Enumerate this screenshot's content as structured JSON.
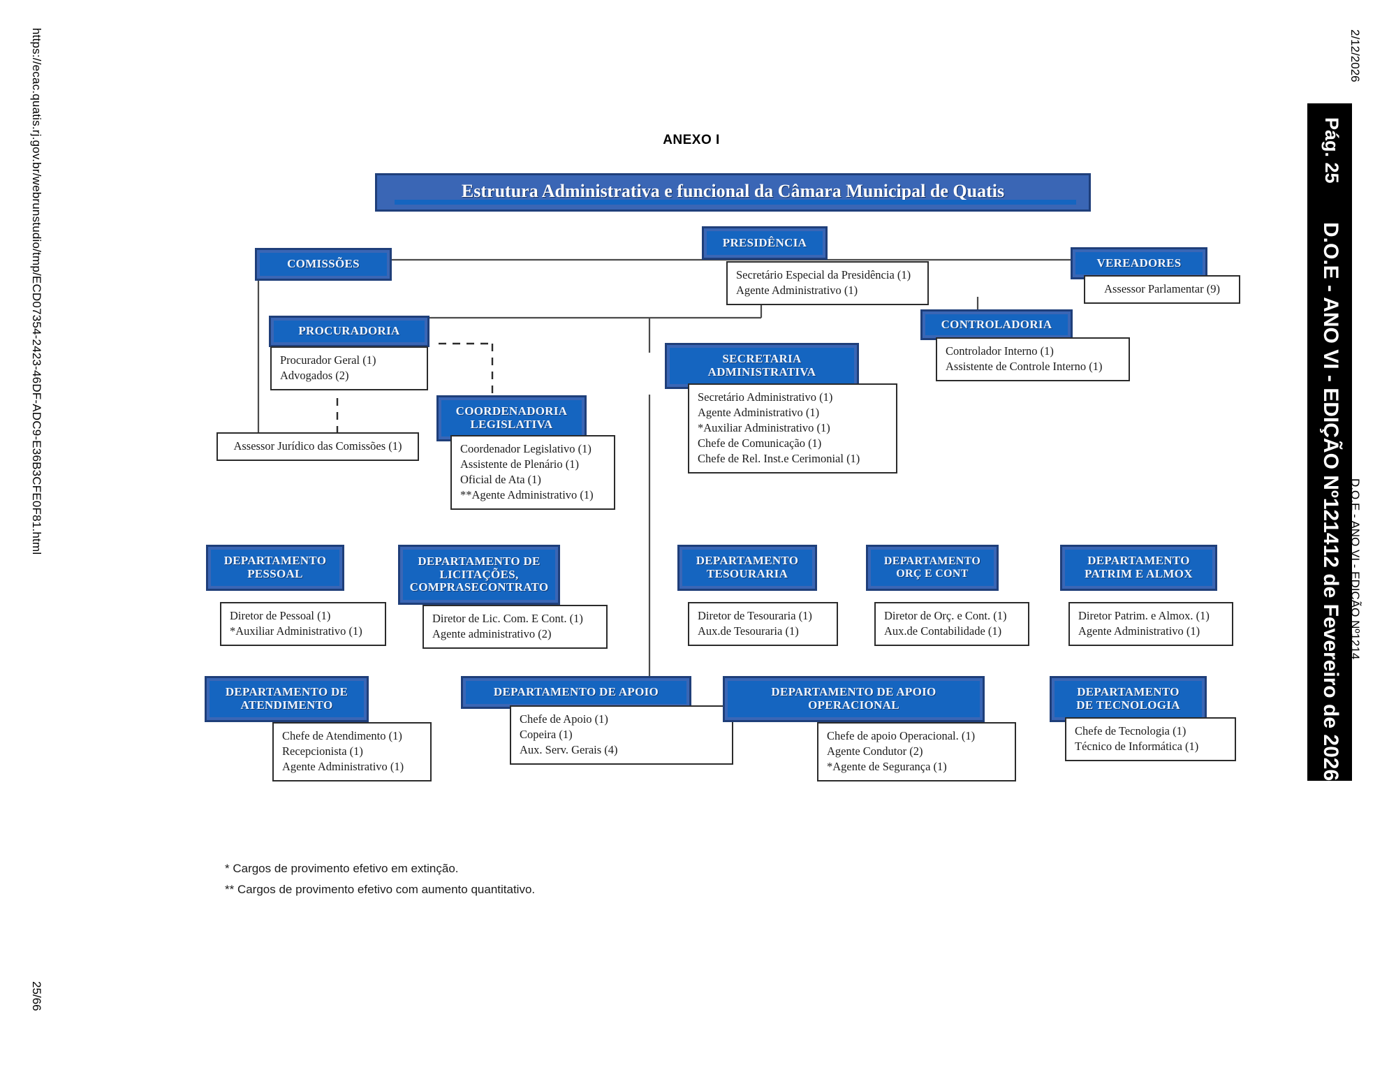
{
  "print_header": {
    "url": "https://ecac.quatis.rj.gov.br/webrunstudio/tmp/ECD07354-2423-46DF-ADC9-E36B3CFE0F81.html",
    "date": "2/12/2026",
    "footer_page": "25/66",
    "publication_small": "D.O.E - ANO VI - EDIÇÃO Nº1214",
    "banner_page": "Pág. 25",
    "banner_title": "D.O.E - ANO VI - EDIÇÃO Nº121412 de Fevereiro de 2026"
  },
  "document": {
    "annex_label": "ANEXO I",
    "title": "Estrutura Administrativa e funcional da Câmara Municipal de Quatis"
  },
  "colors": {
    "header_fill": "#1565c0",
    "header_frame": "#3a66b5",
    "header_border": "#1f3f7a",
    "roster_border": "#2b2b2b",
    "banner_bg": "#000000"
  },
  "units": {
    "presidencia": {
      "label": "PRESIDÊNCIA",
      "roster": [
        "Secretário Especial da Presidência (1)",
        "Agente Administrativo (1)"
      ]
    },
    "comissoes": {
      "label": "COMISSÕES",
      "roster": [
        "Assessor Jurídico das Comissões (1)"
      ]
    },
    "vereadores": {
      "label": "VEREADORES",
      "roster": [
        "Assessor Parlamentar (9)"
      ]
    },
    "procuradoria": {
      "label": "PROCURADORIA",
      "roster": [
        "Procurador Geral (1)",
        "Advogados (2)"
      ]
    },
    "controladoria": {
      "label": "CONTROLADORIA",
      "roster": [
        "Controlador Interno (1)",
        "Assistente de Controle Interno (1)"
      ]
    },
    "coordenadoria_legislativa": {
      "label": "COORDENADORIA\nLEGISLATIVA",
      "roster": [
        "Coordenador Legislativo (1)",
        "Assistente de Plenário (1)",
        "Oficial de Ata (1)",
        "**Agente Administrativo (1)"
      ]
    },
    "secretaria_administrativa": {
      "label": "SECRETARIA\nADMINISTRATIVA",
      "roster": [
        "Secretário Administrativo (1)",
        "Agente Administrativo (1)",
        "*Auxiliar Administrativo (1)",
        "Chefe de Comunicação (1)",
        "Chefe de Rel. Inst.e Cerimonial (1)"
      ]
    },
    "dep_pessoal": {
      "label": "DEPARTAMENTO\nPESSOAL",
      "roster": [
        "Diretor de Pessoal (1)",
        "*Auxiliar Administrativo (1)"
      ]
    },
    "dep_licitacoes": {
      "label": "DEPARTAMENTO DE\nLICITAÇÕES,\nCOMPRASECONTRATO",
      "roster": [
        "Diretor de Lic. Com. E Cont. (1)",
        "Agente administrativo (2)"
      ]
    },
    "dep_tesouraria": {
      "label": "DEPARTAMENTO\nTESOURARIA",
      "roster": [
        "Diretor de Tesouraria (1)",
        "Aux.de Tesouraria (1)"
      ]
    },
    "dep_orc_cont": {
      "label": "DEPARTAMENTO\nORÇ E CONT",
      "roster": [
        "Diretor de Orç. e Cont. (1)",
        "Aux.de Contabilidade (1)"
      ]
    },
    "dep_patrim_almox": {
      "label": "DEPARTAMENTO\nPATRIM E ALMOX",
      "roster": [
        "Diretor Patrim. e Almox. (1)",
        "Agente Administrativo (1)"
      ]
    },
    "dep_atendimento": {
      "label": "DEPARTAMENTO DE\nATENDIMENTO",
      "roster": [
        "Chefe de Atendimento (1)",
        "Recepcionista (1)",
        "Agente Administrativo (1)"
      ]
    },
    "dep_apoio": {
      "label": "DEPARTAMENTO DE APOIO",
      "roster": [
        "Chefe de Apoio (1)",
        "Copeira (1)",
        "Aux. Serv. Gerais (4)"
      ]
    },
    "dep_apoio_operacional": {
      "label": "DEPARTAMENTO DE APOIO\nOPERACIONAL",
      "roster": [
        "Chefe de apoio Operacional. (1)",
        "Agente Condutor (2)",
        "*Agente de Segurança (1)"
      ]
    },
    "dep_tecnologia": {
      "label": "DEPARTAMENTO\nDE TECNOLOGIA",
      "roster": [
        "Chefe de Tecnologia (1)",
        "Técnico de Informática (1)"
      ]
    }
  },
  "footnotes": [
    "* Cargos de provimento efetivo em extinção.",
    "** Cargos de provimento efetivo com aumento quantitativo."
  ]
}
